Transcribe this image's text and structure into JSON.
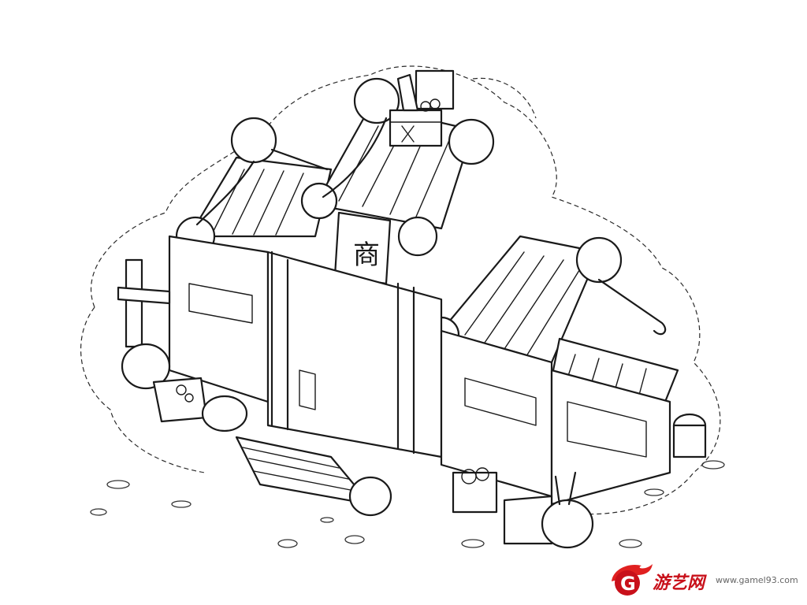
{
  "watermark": {
    "brand_text": "游艺网",
    "site_text": "www.gamel93.com",
    "brand_color": "#c8101a",
    "logo_letter": "G"
  },
  "illustration": {
    "signboard_text": "商",
    "line_color": "#1a1a1a",
    "background": "#ffffff"
  }
}
